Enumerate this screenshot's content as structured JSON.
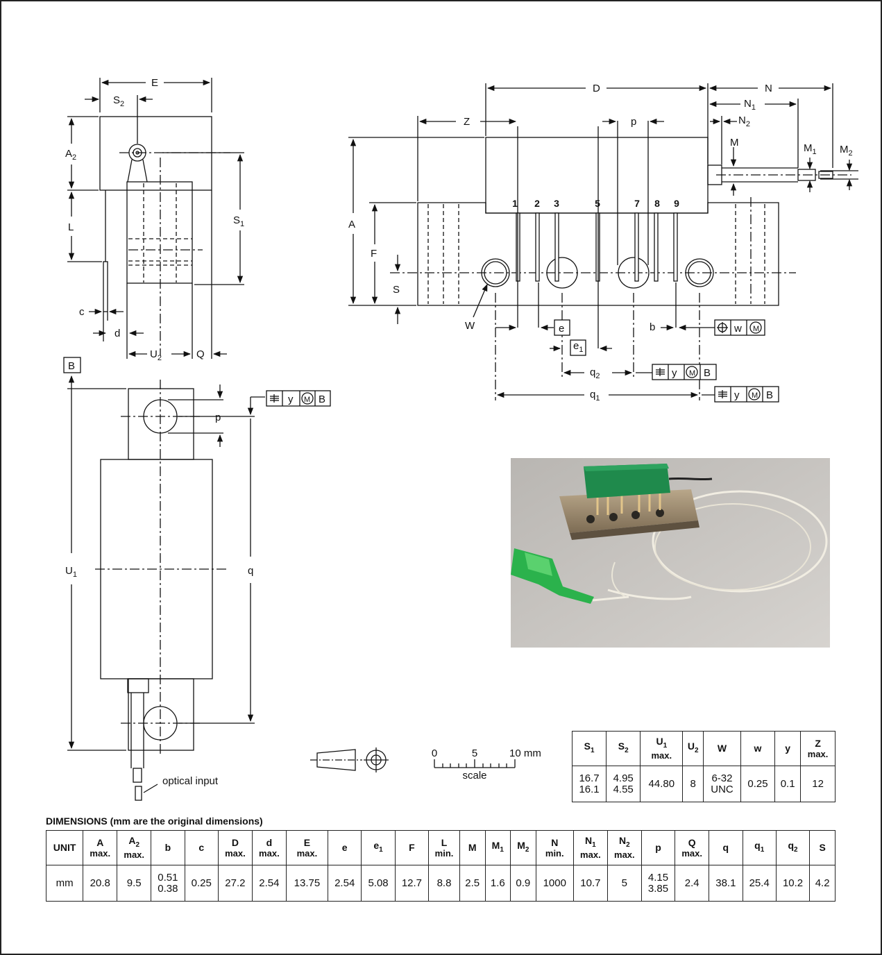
{
  "labels": {
    "E": "E",
    "S2": "S",
    "S2_sub": "2",
    "A2": "A",
    "A2_sub": "2",
    "L": "L",
    "S1": "S",
    "S1_sub": "1",
    "c": "c",
    "d": "d",
    "U2": "U",
    "U2_sub": "2",
    "Q": "Q",
    "B": "B",
    "U1": "U",
    "U1_sub": "1",
    "q": "q",
    "p": "p",
    "D": "D",
    "N": "N",
    "N1": "N",
    "N1_sub": "1",
    "N2": "N",
    "N2_sub": "2",
    "Z": "Z",
    "M": "M",
    "M1": "M",
    "M1_sub": "1",
    "M2": "M",
    "M2_sub": "2",
    "A": "A",
    "F": "F",
    "S": "S",
    "W": "W",
    "b": "b",
    "e": "e",
    "e1": "e",
    "e1_sub": "1",
    "q2": "q",
    "q2_sub": "2",
    "q1": "q",
    "q1_sub": "1",
    "w": "w",
    "y": "y",
    "M_circle": "M",
    "pins": [
      "1",
      "2",
      "3",
      "5",
      "7",
      "8",
      "9"
    ],
    "optical_input": "optical input",
    "scale_0": "0",
    "scale_5": "5",
    "scale_10": "10 mm",
    "scale_word": "scale"
  },
  "caption": "DIMENSIONS (mm are the original dimensions)",
  "small_table": {
    "headers": [
      {
        "main": "S",
        "sub": "1",
        "extra": ""
      },
      {
        "main": "S",
        "sub": "2",
        "extra": ""
      },
      {
        "main": "U",
        "sub": "1",
        "extra": "max."
      },
      {
        "main": "U",
        "sub": "2",
        "extra": ""
      },
      {
        "main": "W",
        "sub": "",
        "extra": ""
      },
      {
        "main": "w",
        "sub": "",
        "extra": ""
      },
      {
        "main": "y",
        "sub": "",
        "extra": ""
      },
      {
        "main": "Z",
        "sub": "",
        "extra": "max."
      }
    ],
    "row": [
      [
        "16.7",
        "16.1"
      ],
      [
        "4.95",
        "4.55"
      ],
      [
        "44.80"
      ],
      [
        "8"
      ],
      [
        "6-32",
        "UNC"
      ],
      [
        "0.25"
      ],
      [
        "0.1"
      ],
      [
        "12"
      ]
    ]
  },
  "main_table": {
    "headers": [
      {
        "main": "UNIT",
        "sub": "",
        "extra": ""
      },
      {
        "main": "A",
        "sub": "",
        "extra": "max."
      },
      {
        "main": "A",
        "sub": "2",
        "extra": "max."
      },
      {
        "main": "b",
        "sub": "",
        "extra": ""
      },
      {
        "main": "c",
        "sub": "",
        "extra": ""
      },
      {
        "main": "D",
        "sub": "",
        "extra": "max."
      },
      {
        "main": "d",
        "sub": "",
        "extra": "max."
      },
      {
        "main": "E",
        "sub": "",
        "extra": "max."
      },
      {
        "main": "e",
        "sub": "",
        "extra": ""
      },
      {
        "main": "e",
        "sub": "1",
        "extra": ""
      },
      {
        "main": "F",
        "sub": "",
        "extra": ""
      },
      {
        "main": "L",
        "sub": "",
        "extra": "min."
      },
      {
        "main": "M",
        "sub": "",
        "extra": ""
      },
      {
        "main": "M",
        "sub": "1",
        "extra": ""
      },
      {
        "main": "M",
        "sub": "2",
        "extra": ""
      },
      {
        "main": "N",
        "sub": "",
        "extra": "min."
      },
      {
        "main": "N",
        "sub": "1",
        "extra": "max."
      },
      {
        "main": "N",
        "sub": "2",
        "extra": "max."
      },
      {
        "main": "p",
        "sub": "",
        "extra": ""
      },
      {
        "main": "Q",
        "sub": "",
        "extra": "max."
      },
      {
        "main": "q",
        "sub": "",
        "extra": ""
      },
      {
        "main": "q",
        "sub": "1",
        "extra": ""
      },
      {
        "main": "q",
        "sub": "2",
        "extra": ""
      },
      {
        "main": "S",
        "sub": "",
        "extra": ""
      }
    ],
    "row": [
      [
        "mm"
      ],
      [
        "20.8"
      ],
      [
        "9.5"
      ],
      [
        "0.51",
        "0.38"
      ],
      [
        "0.25"
      ],
      [
        "27.2"
      ],
      [
        "2.54"
      ],
      [
        "13.75"
      ],
      [
        "2.54"
      ],
      [
        "5.08"
      ],
      [
        "12.7"
      ],
      [
        "8.8"
      ],
      [
        "2.5"
      ],
      [
        "1.6"
      ],
      [
        "0.9"
      ],
      [
        "1000"
      ],
      [
        "10.7"
      ],
      [
        "5"
      ],
      [
        "4.15",
        "3.85"
      ],
      [
        "2.4"
      ],
      [
        "38.1"
      ],
      [
        "25.4"
      ],
      [
        "10.2"
      ],
      [
        "4.2"
      ]
    ]
  }
}
